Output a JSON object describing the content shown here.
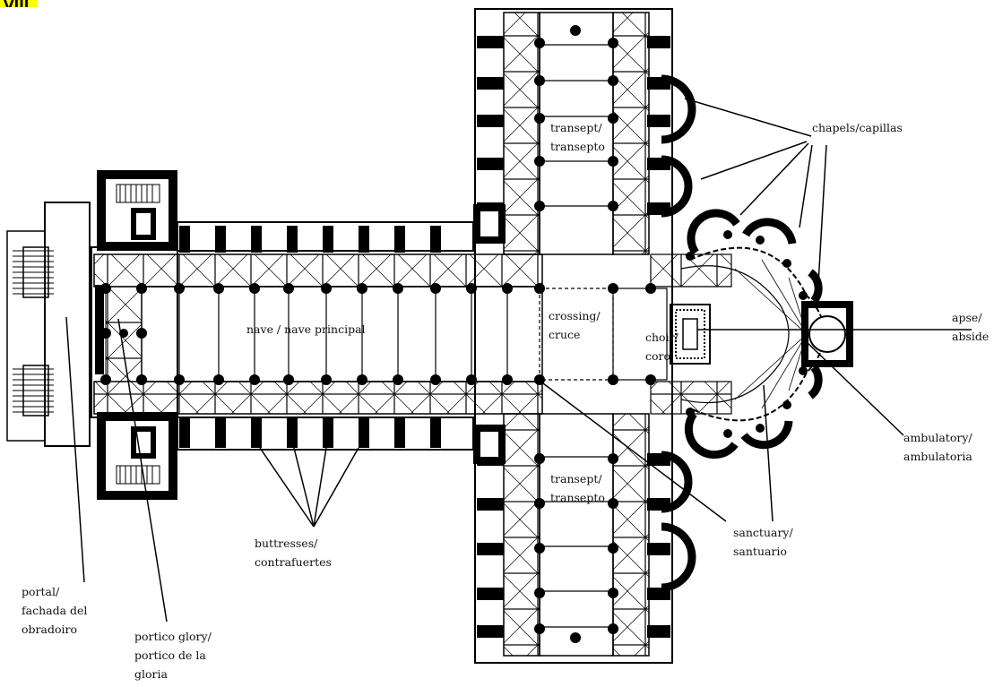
{
  "header": {
    "corner_text": "VIII."
  },
  "labels": {
    "chapels": "chapels/capillas",
    "transept_north_1": "transept/",
    "transept_north_2": "transepto",
    "transept_south_1": "transept/",
    "transept_south_2": "transepto",
    "crossing_1": "crossing/",
    "crossing_2": "cruce",
    "choir_1": "choir/",
    "choir_2": "coro",
    "nave": "nave / nave principal",
    "apse_1": "apse/",
    "apse_2": "abside",
    "ambulatory_1": "ambulatory/",
    "ambulatory_2": "ambulatoria",
    "sanctuary_1": "sanctuary/",
    "sanctuary_2": "santuario",
    "buttresses_1": "buttresses/",
    "buttresses_2": "contrafuertes",
    "portal_1": "portal/",
    "portal_2": "fachada del",
    "portal_3": "obradoiro",
    "portico_1": "portico glory/",
    "portico_2": "portico de la",
    "portico_3": "gloria"
  }
}
